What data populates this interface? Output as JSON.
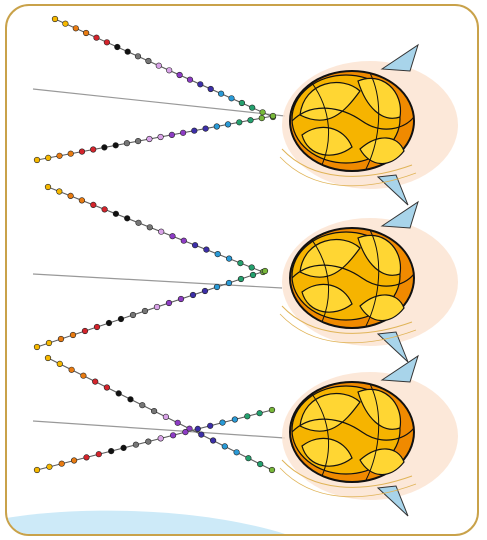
{
  "colors": {
    "frame": "#c9a24a",
    "background_wave": "#cdeaf8",
    "sensor_line": "#999999",
    "chain_line": "#5e5e5e",
    "flower_base": "#f6b400",
    "flower_outer": "#f08a00",
    "flower_highlight": "#ffd633",
    "leaf_blue": "#a8d4ea",
    "glow": "#fbe4d2",
    "thread": "#e0b458"
  },
  "panels": [
    {
      "id": "top",
      "crossing": "near-flower"
    },
    {
      "id": "middle",
      "crossing": "mid"
    },
    {
      "id": "bottom",
      "crossing": "left"
    }
  ],
  "bead_palette": [
    "#f6b800",
    "#e87b12",
    "#d4242c",
    "#111111",
    "#767676",
    "#d9a3e8",
    "#8d3cc4",
    "#3c2fa8",
    "#2a9ad6",
    "#24a06e",
    "#78b83a"
  ]
}
